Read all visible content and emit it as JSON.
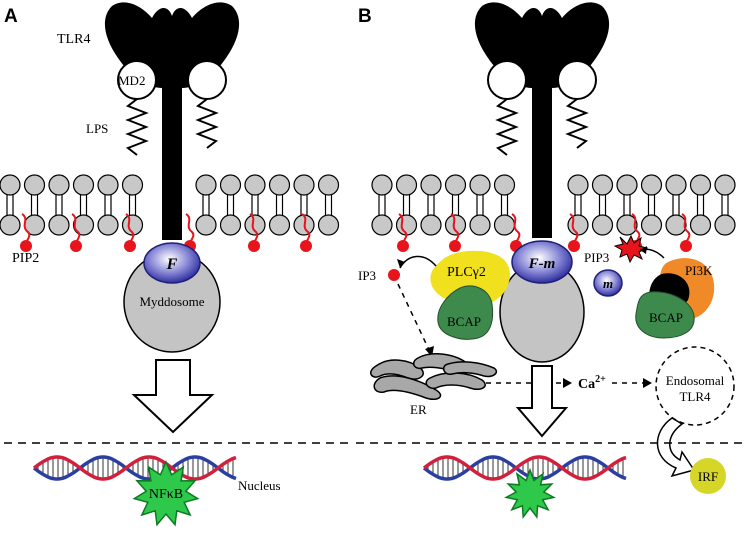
{
  "panels": [
    {
      "letter": "A",
      "labels": {
        "tlr4": "TLR4",
        "md2": "MD2",
        "lps": "LPS",
        "pip2": "PIP2",
        "f": "F",
        "myddosome": "Myddosome",
        "nfkb": "NFκB",
        "nucleus": "Nucleus"
      }
    },
    {
      "letter": "B",
      "labels": {
        "ip3": "IP3",
        "plcg2": "PLCγ2",
        "bcap_left": "BCAP",
        "fm": "F-m",
        "pip3": "PIP3",
        "m": "m",
        "pi3k": "PI3K",
        "bcap_right": "BCAP",
        "er": "ER",
        "ca": "Ca",
        "ca_sup": "2+",
        "endosomal_1": "Endosomal",
        "endosomal_2": "TLR4",
        "irf": "IRF"
      }
    }
  ],
  "colors": {
    "receptor": "#000000",
    "lipid_head": "#c8c8c8",
    "pip_red": "#e8141c",
    "myddosome": "#c4c4c4",
    "f_blue": "#3b3bb0",
    "plc_yellow": "#f0e01e",
    "bcap_green": "#3d8a4c",
    "pi3k_orange": "#f08a28",
    "nfkb_green": "#2ec84a",
    "irf_yellow": "#d6d628",
    "dna_blue": "#2a3fa0",
    "dna_red": "#d21f3c"
  }
}
